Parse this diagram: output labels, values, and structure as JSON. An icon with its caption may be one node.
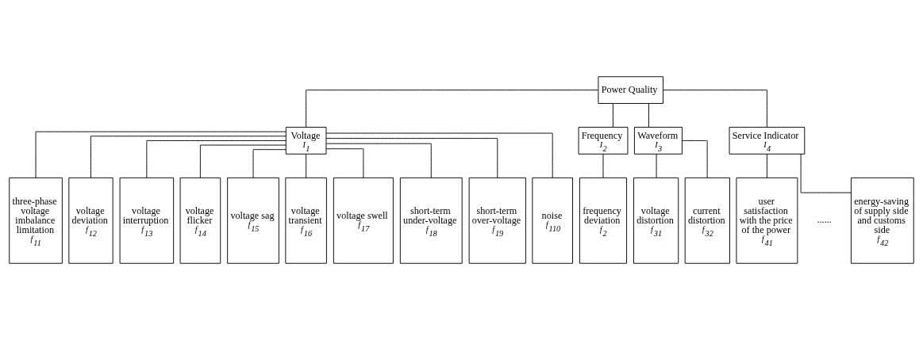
{
  "diagram": {
    "nodes": [
      {
        "text": [
          "Power Quality"
        ]
      },
      {
        "text": [
          "Voltage",
          "I$_{1}$"
        ]
      },
      {
        "text": [
          "Frequency",
          "I$_{2}$"
        ]
      },
      {
        "text": [
          "Waveform",
          "I$_{3}$"
        ]
      },
      {
        "text": [
          "Service Indicator",
          "I$_{4}$"
        ]
      },
      {
        "text": [
          "three-phase voltage imbalance limitation",
          "f$_{11}$"
        ]
      },
      {
        "text": [
          "voltage deviation",
          "f$_{12}$"
        ]
      },
      {
        "text": [
          "voltage interruption",
          "f$_{13}$"
        ]
      },
      {
        "text": [
          "voltage flicker",
          "f$_{14}$"
        ]
      },
      {
        "text": [
          "voltage sag",
          "f$_{15}$"
        ]
      },
      {
        "text": [
          "voltage transient",
          "f$_{16}$"
        ]
      },
      {
        "text": [
          "voltage swell",
          "f$_{17}$"
        ]
      },
      {
        "text": [
          "short-term under-voltage",
          "f$_{18}$"
        ]
      },
      {
        "text": [
          "short-term over-voltage",
          "f$_{19}$"
        ]
      },
      {
        "text": [
          "noise",
          "f$_{110}$"
        ]
      },
      {
        "text": [
          "frequency deviation",
          "f$_{2}$"
        ]
      },
      {
        "text": [
          "voltage distortion",
          "f$_{31}$"
        ]
      },
      {
        "text": [
          "current distortion",
          "f$_{32}$"
        ]
      },
      {
        "text": [
          "user satisfaction with the price of the power",
          "f$_{41}$"
        ]
      },
      {
        "text": [
          "energy-saving of supply side and customs side",
          "f$_{42}$"
        ]
      }
    ],
    "edges": [
      {
        "from": 0,
        "to": 1,
        "arrow": "none"
      },
      {
        "from": 0,
        "to": 2,
        "arrow": "none"
      },
      {
        "from": 0,
        "to": 3,
        "arrow": "none"
      },
      {
        "from": 0,
        "to": 4,
        "arrow": "none"
      },
      {
        "from": 1,
        "to": 5,
        "arrow": "none"
      },
      {
        "from": 1,
        "to": 6,
        "arrow": "none"
      },
      {
        "from": 1,
        "to": 7,
        "arrow": "none"
      },
      {
        "from": 1,
        "to": 8,
        "arrow": "none"
      },
      {
        "from": 1,
        "to": 9,
        "arrow": "none"
      },
      {
        "from": 1,
        "to": 10,
        "arrow": "none"
      },
      {
        "from": 1,
        "to": 11,
        "arrow": "none"
      },
      {
        "from": 1,
        "to": 12,
        "arrow": "none"
      },
      {
        "from": 1,
        "to": 13,
        "arrow": "none"
      },
      {
        "from": 1,
        "to": 14,
        "arrow": "none"
      },
      {
        "from": 2,
        "to": 15,
        "arrow": "none"
      },
      {
        "from": 3,
        "to": 16,
        "arrow": "none"
      },
      {
        "from": 3,
        "to": 17,
        "arrow": "none"
      },
      {
        "from": 4,
        "to": 18,
        "arrow": "none"
      },
      {
        "from": 4,
        "to": 19,
        "arrow": "none"
      }
    ],
    "labels": [
      "......"
    ]
  }
}
